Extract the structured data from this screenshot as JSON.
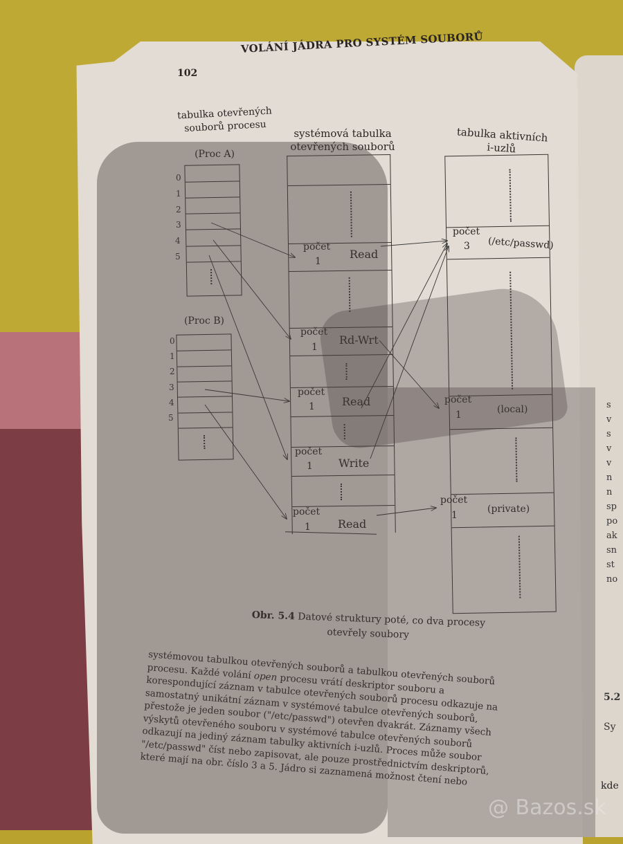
{
  "photo": {
    "background_colors": {
      "yellow": "#bfa935",
      "pink": "#b8737a",
      "paper": "#e2dcd4"
    }
  },
  "page": {
    "number": "102",
    "running_head": "VOLÁNÍ JÁDRA PRO SYSTÉM SOUBORŮ"
  },
  "figure": {
    "process_table_label": [
      "tabulka otevřených",
      "souborů procesu"
    ],
    "proc_a": {
      "label": "(Proc A)",
      "indices": [
        "0",
        "1",
        "2",
        "3",
        "4",
        "5"
      ]
    },
    "proc_b": {
      "label": "(Proc B)",
      "indices": [
        "0",
        "1",
        "2",
        "3",
        "4",
        "5"
      ]
    },
    "file_table_label": [
      "systémová tabulka",
      "otevřených souborů"
    ],
    "inode_table_label": [
      "tabulka aktivních",
      "i-uzlů"
    ],
    "file_table_entries": [
      {
        "count_label": "počet",
        "count": "1",
        "mode": "Read"
      },
      {
        "count_label": "počet",
        "count": "1",
        "mode": "Rd-Wrt"
      },
      {
        "count_label": "počet",
        "count": "1",
        "mode": "Read"
      },
      {
        "count_label": "počet",
        "count": "1",
        "mode": "Write"
      },
      {
        "count_label": "počet",
        "count": "1",
        "mode": "Read"
      }
    ],
    "inode_entries": [
      {
        "count_label": "počet",
        "count": "3",
        "name": "(/etc/passwd)"
      },
      {
        "count_label": "počet",
        "count": "1",
        "name": "(local)"
      },
      {
        "count_label": "počet",
        "count": "1",
        "name": "(private)"
      }
    ],
    "caption_number": "Obr. 5.4",
    "caption_text_line1": "Datové struktury poté, co dva procesy",
    "caption_text_line2": "otevřely soubory"
  },
  "body": {
    "lines": [
      "systémovou tabulkou otevřených souborů a tabulkou otevřených souborů",
      "procesu. Každé volání",
      "korespondující záznam v tabulce otevřených souborů procesu odkazuje na",
      "samostatný unikátní záznam v systémové tabulce otevřených souborů,",
      "přestože je jeden soubor (\"/etc/passwd\") otevřen dvakrát. Záznamy všech",
      "výskytů otevřeného souboru v systémové tabulce otevřených souborů",
      "odkazují na jediný záznam tabulky aktivních i-uzlů. Proces může soubor",
      "\"/etc/passwd\" číst nebo zapisovat, ale pouze prostřednictvím deskriptorů,",
      "které mají na obr. číslo 3 a 5. Jádro si zaznamená možnost čtení nebo"
    ],
    "open_word": "open",
    "line2_rest": "procesu vrátí deskriptor souboru a"
  },
  "next_page": {
    "column_fragments": [
      "s",
      "v",
      "s",
      "v",
      "v",
      "n",
      "n",
      "sp",
      "po",
      "ak",
      "sn",
      "st",
      "no"
    ],
    "section_head": "5.2",
    "line": "Sy",
    "bottom_word": "kde"
  },
  "watermark": "@ Bazos.sk"
}
